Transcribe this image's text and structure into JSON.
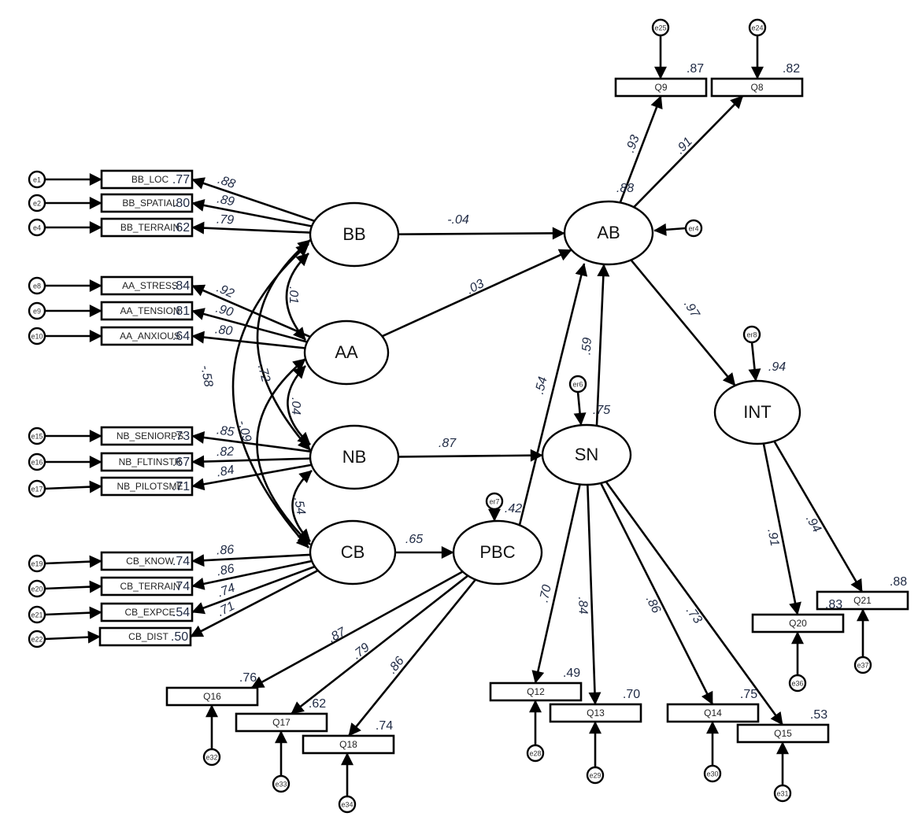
{
  "diagram": {
    "type": "structural-equation-model",
    "latents": [
      {
        "id": "BB",
        "label": "BB"
      },
      {
        "id": "AA",
        "label": "AA"
      },
      {
        "id": "NB",
        "label": "NB"
      },
      {
        "id": "CB",
        "label": "CB"
      },
      {
        "id": "AB",
        "label": "AB"
      },
      {
        "id": "SN",
        "label": "SN"
      },
      {
        "id": "PBC",
        "label": "PBC"
      },
      {
        "id": "INT",
        "label": "INT"
      }
    ],
    "indicators": [
      {
        "id": "BB_LOC",
        "label": "BB_LOC",
        "factor": "BB",
        "error": "e1",
        "loading": ".88",
        "r2": ".77"
      },
      {
        "id": "BB_SPATIAL",
        "label": "BB_SPATIAL",
        "factor": "BB",
        "error": "e2",
        "loading": ".89",
        "r2": ".80"
      },
      {
        "id": "BB_TERRAIN",
        "label": "BB_TERRAIN",
        "factor": "BB",
        "error": "e4",
        "loading": ".79",
        "r2": ".62"
      },
      {
        "id": "AA_STRESS",
        "label": "AA_STRESS",
        "factor": "AA",
        "error": "e8",
        "loading": ".92",
        "r2": ".84"
      },
      {
        "id": "AA_TENSION",
        "label": "AA_TENSION",
        "factor": "AA",
        "error": "e9",
        "loading": ".90",
        "r2": ".81"
      },
      {
        "id": "AA_ANXIOUS",
        "label": "AA_ANXIOUS",
        "factor": "AA",
        "error": "e10",
        "loading": ".80",
        "r2": ".64"
      },
      {
        "id": "NB_SENIORPS",
        "label": "NB_SENIORPS",
        "factor": "NB",
        "error": "e15",
        "loading": ".85",
        "r2": ".73"
      },
      {
        "id": "NB_FLTINSTR",
        "label": "NB_FLTINSTR",
        "factor": "NB",
        "error": "e16",
        "loading": ".82",
        "r2": ".67"
      },
      {
        "id": "NB_PILOTSME",
        "label": "NB_PILOTSME",
        "factor": "NB",
        "error": "e17",
        "loading": ".84",
        "r2": ".71"
      },
      {
        "id": "CB_KNOW",
        "label": "CB_KNOW",
        "factor": "CB",
        "error": "e19",
        "loading": ".86",
        "r2": ".74"
      },
      {
        "id": "CB_TERRAIN",
        "label": "CB_TERRAIN",
        "factor": "CB",
        "error": "e20",
        "loading": ".86",
        "r2": ".74"
      },
      {
        "id": "CB_EXPCE",
        "label": "CB_EXPCE",
        "factor": "CB",
        "error": "e21",
        "loading": ".74",
        "r2": ".54"
      },
      {
        "id": "CB_DIST",
        "label": "CB_DIST",
        "factor": "CB",
        "error": "e22",
        "loading": ".71",
        "r2": ".50"
      },
      {
        "id": "Q9",
        "label": "Q9",
        "factor": "AB",
        "error": "e25",
        "loading": ".93",
        "r2": ".87"
      },
      {
        "id": "Q8",
        "label": "Q8",
        "factor": "AB",
        "error": "e24",
        "loading": ".91",
        "r2": ".82"
      },
      {
        "id": "Q16",
        "label": "Q16",
        "factor": "PBC",
        "error": "e32",
        "loading": ".87",
        "r2": ".76"
      },
      {
        "id": "Q17",
        "label": "Q17",
        "factor": "PBC",
        "error": "e33",
        "loading": ".79",
        "r2": ".62"
      },
      {
        "id": "Q18",
        "label": "Q18",
        "factor": "PBC",
        "error": "e34",
        "loading": ".86",
        "r2": ".74"
      },
      {
        "id": "Q12",
        "label": "Q12",
        "factor": "SN",
        "error": "e28",
        "loading": ".70",
        "r2": ".49"
      },
      {
        "id": "Q13",
        "label": "Q13",
        "factor": "SN",
        "error": "e29",
        "loading": ".84",
        "r2": ".70"
      },
      {
        "id": "Q14",
        "label": "Q14",
        "factor": "SN",
        "error": "e30",
        "loading": ".86",
        "r2": ".75"
      },
      {
        "id": "Q15",
        "label": "Q15",
        "factor": "SN",
        "error": "e31",
        "loading": ".73",
        "r2": ".53"
      },
      {
        "id": "Q20",
        "label": "Q20",
        "factor": "INT",
        "error": "e36",
        "loading": ".91",
        "r2": ".83"
      },
      {
        "id": "Q21",
        "label": "Q21",
        "factor": "INT",
        "error": "e37",
        "loading": ".94",
        "r2": ".88"
      }
    ],
    "structural_paths": [
      {
        "from": "BB",
        "to": "AB",
        "coef": "-.04"
      },
      {
        "from": "AA",
        "to": "AB",
        "coef": ".03"
      },
      {
        "from": "NB",
        "to": "SN",
        "coef": ".87"
      },
      {
        "from": "CB",
        "to": "PBC",
        "coef": ".65"
      },
      {
        "from": "PBC",
        "to": "AB",
        "coef": ".54"
      },
      {
        "from": "SN",
        "to": "AB",
        "coef": ".59"
      },
      {
        "from": "AB",
        "to": "INT",
        "coef": ".97"
      }
    ],
    "covariances": [
      {
        "a": "BB",
        "b": "AA",
        "coef": ".01"
      },
      {
        "a": "AA",
        "b": "NB",
        "coef": ".04"
      },
      {
        "a": "NB",
        "b": "CB",
        "coef": ".54"
      },
      {
        "a": "BB",
        "b": "NB",
        "coef": "-.72"
      },
      {
        "a": "AA",
        "b": "CB",
        "coef": "-.09"
      },
      {
        "a": "BB",
        "b": "CB",
        "coef": "-.58"
      }
    ],
    "latent_errors": [
      {
        "id": "er4",
        "target": "AB",
        "r2": ".88"
      },
      {
        "id": "er6",
        "target": "SN",
        "r2": ".75"
      },
      {
        "id": "er7",
        "target": "PBC",
        "r2": ".42"
      },
      {
        "id": "er8",
        "target": "INT",
        "r2": ".94"
      }
    ]
  }
}
